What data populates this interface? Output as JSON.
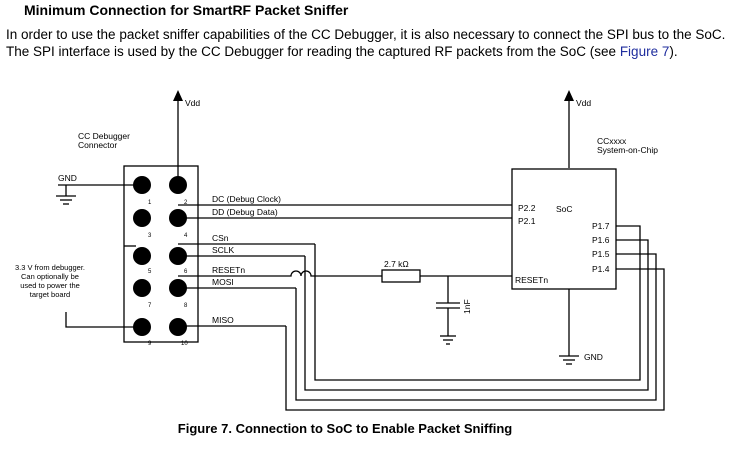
{
  "heading": "Minimum Connection for SmartRF Packet Sniffer",
  "paragraph": {
    "text_before_link": "In order to use the packet sniffer capabilities of the CC Debugger, it is also necessary to connect the SPI bus to the SoC. The SPI interface is used by the CC Debugger for reading the captured RF packets from the SoC (see ",
    "link_text": "Figure 7",
    "text_after_link": ")."
  },
  "diagram": {
    "vdd_left": "Vdd",
    "vdd_right": "Vdd",
    "connector_label_line1": "CC Debugger",
    "connector_label_line2": "Connector",
    "gnd_left": "GND",
    "pin_numbers": [
      "1",
      "2",
      "3",
      "4",
      "5",
      "6",
      "7",
      "8",
      "9",
      "10"
    ],
    "note_lines": [
      "3.3 V from debugger.",
      "Can optionally be",
      "used to power the",
      "target board"
    ],
    "signals": {
      "dc": "DC (Debug Clock)",
      "dd": "DD (Debug Data)",
      "csn": "CSn",
      "sclk": "SCLK",
      "resetn": "RESETn",
      "mosi": "MOSI",
      "miso": "MISO"
    },
    "resistor": "2.7 kΩ",
    "capacitor": "1nF",
    "soc_title_line1": "CCxxxx",
    "soc_title_line2": "System-on-Chip",
    "soc_label": "SoC",
    "soc_pins": {
      "p22": "P2.2",
      "p21": "P2.1",
      "resetn": "RESETn",
      "p17": "P1.7",
      "p16": "P1.6",
      "p15": "P1.5",
      "p14": "P1.4"
    },
    "gnd_right": "GND"
  },
  "caption": "Figure 7. Connection to SoC to Enable Packet Sniffing"
}
